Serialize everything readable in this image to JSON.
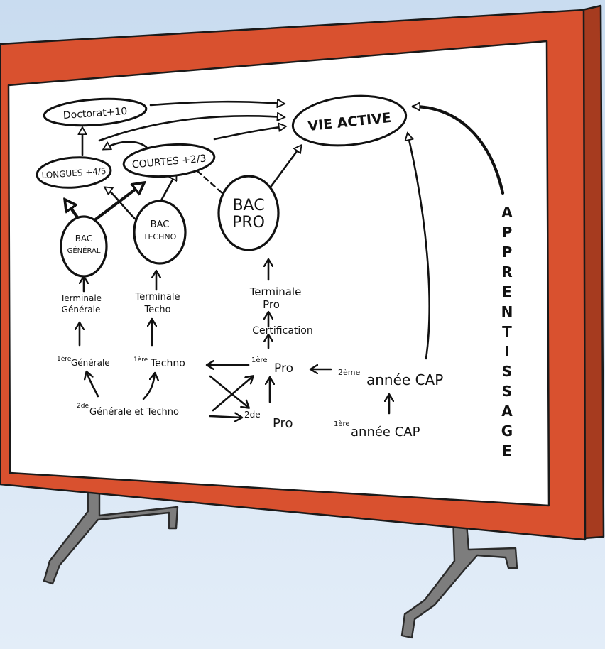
{
  "colors": {
    "background_top": "#c9dcf0",
    "background_bottom": "#e3edf8",
    "frame": "#d9512f",
    "frame_dark": "#a63b1f",
    "board": "#ffffff",
    "stand": "#7d7d7d",
    "ink": "#111111"
  },
  "nodes": {
    "vie_active": "VIE ACTIVE",
    "doctorat": "Doctorat+10",
    "longues": "LONGUES +4/5",
    "courtes": "COURTES +2/3",
    "bac_general": [
      "BAC",
      "GÉNÉRAL"
    ],
    "bac_techno": [
      "BAC",
      "TECHNO"
    ],
    "bac_pro": [
      "BAC",
      "PRO"
    ]
  },
  "labels": {
    "terminale_generale": [
      "Terminale",
      "Générale"
    ],
    "terminale_techno": [
      "Terminale",
      "Techo"
    ],
    "terminale_pro": [
      "Terminale",
      "Pro"
    ],
    "certification": "Certification",
    "premiere_generale_sup": "1ère",
    "premiere_generale": "Générale",
    "premiere_techno_sup": "1ère",
    "premiere_techno": "Techno",
    "premiere_pro_sup": "1ère",
    "premiere_pro": "Pro",
    "seconde_gt_sup": "2de",
    "seconde_gt": "Générale et Techno",
    "seconde_pro_sup": "2de",
    "seconde_pro": "Pro",
    "cap2_sup": "2ème",
    "cap2": "année CAP",
    "cap1_sup": "1ère",
    "cap1": "année CAP"
  },
  "apprentissage": "APPRENTISSAGE"
}
